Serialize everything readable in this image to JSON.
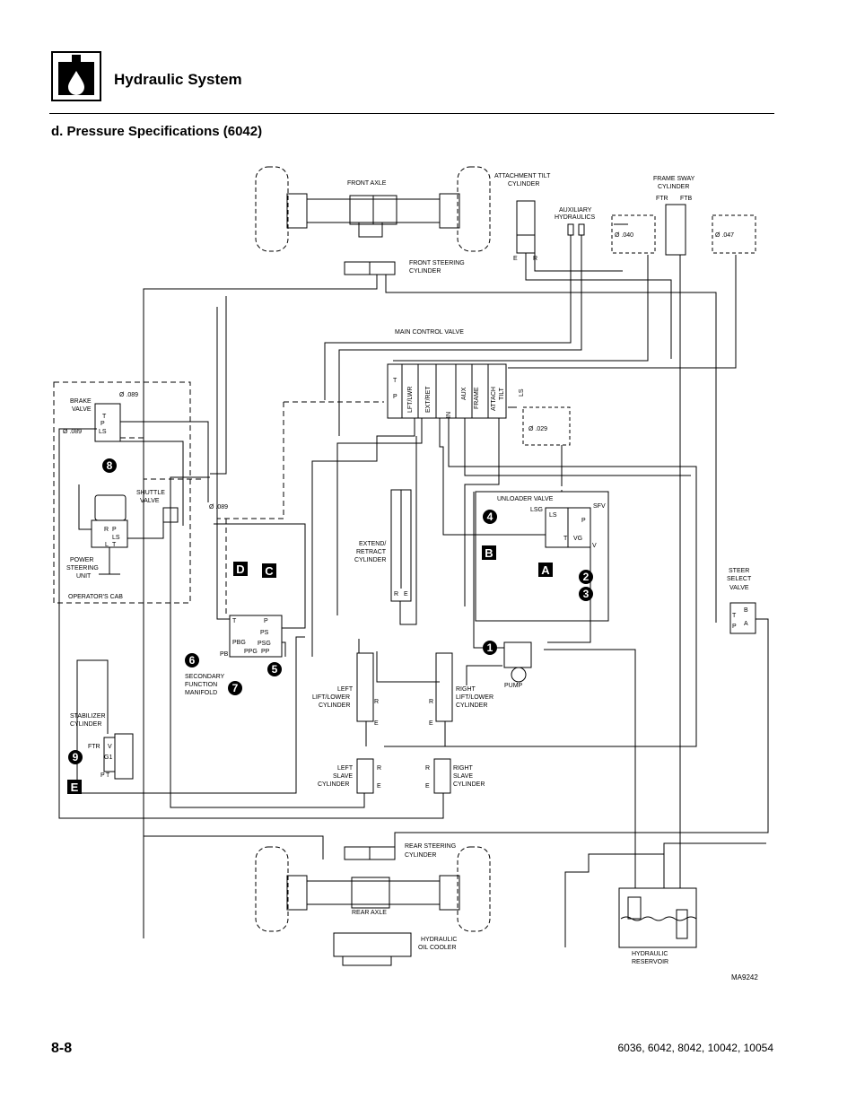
{
  "header": {
    "section_title": "Hydraulic System",
    "subsection_title": "d.   Pressure Specifications (6042)",
    "icon": "hydraulic-fluid-icon"
  },
  "footer": {
    "page_number": "8-8",
    "models": "6036, 6042, 8042, 10042, 10054"
  },
  "diagram": {
    "labels": {
      "front_axle": "FRONT  AXLE",
      "attachment_tilt_1": "ATTACHMENT TILT",
      "attachment_tilt_2": "CYLINDER",
      "auxiliary_1": "AUXILIARY",
      "auxiliary_2": "HYDRAULICS",
      "frame_sway_1": "FRAME SWAY",
      "frame_sway_2": "CYLINDER",
      "ftr": "FTR",
      "ftb": "FTB",
      "orifice_040": "Ø .040",
      "orifice_047": "Ø .047",
      "tilt_e": "E",
      "tilt_r": "R",
      "front_steer_1": "FRONT STEERING",
      "front_steer_2": "CYLINDER",
      "main_control_valve": "MAIN CONTROL VALVE",
      "mcv_t": "T",
      "mcv_p": "P",
      "mcv_lftlwr": "LFT/LWR",
      "mcv_extret": "EXT/RET",
      "mcv_aux": "AUX",
      "mcv_frame": "FRAME",
      "mcv_attach": "ATTACH",
      "mcv_tilt": "TILT",
      "mcv_ls": "LS",
      "mcv_in": "IN",
      "orifice_029": "Ø .029",
      "brake_valve_1": "BRAKE",
      "brake_valve_2": "VALVE",
      "orifice_089_a": "Ø .089",
      "orifice_089_b": "Ø .089",
      "orifice_089_c": "Ø .089",
      "bv_t": "T",
      "bv_p": "P",
      "bv_ls": "LS",
      "shuttle_1": "SHUTTLE",
      "shuttle_2": "VALVE",
      "psu_r": "R",
      "psu_p": "P",
      "psu_ls": "LS",
      "psu_l": "L",
      "psu_t": "T",
      "power_steer_1": "POWER",
      "power_steer_2": "STEERING",
      "power_steer_3": "UNIT",
      "operators_cab": "OPERATOR'S  CAB",
      "unloader_valve": "UNLOADER VALVE",
      "lsg": "LSG",
      "sfv": "SFV",
      "uv_ls": "LS",
      "uv_p": "P",
      "uv_t": "T",
      "uv_vg": "VG",
      "uv_v": "V",
      "extend_1": "EXTEND/",
      "extend_2": "RETRACT",
      "extend_3": "CYLINDER",
      "ext_r": "R",
      "ext_e": "E",
      "steer_select_1": "STEER",
      "steer_select_2": "SELECT",
      "steer_select_3": "VALVE",
      "ss_b": "B",
      "ss_t": "T",
      "ss_p": "P",
      "ss_a": "A",
      "sfm_t": "T",
      "sfm_p": "P",
      "sfm_ps": "PS",
      "sfm_pbg": "PBG",
      "sfm_psg": "PSG",
      "sfm_pb": "PB",
      "sfm_ppg": "PPG",
      "sfm_pp": "PP",
      "secondary_1": "SECONDARY",
      "secondary_2": "FUNCTION",
      "secondary_3": "MANIFOLD",
      "left_lift_1": "LEFT",
      "left_lift_2": "LIFT/LOWER",
      "left_lift_3": "CYLINDER",
      "right_lift_1": "RIGHT",
      "right_lift_2": "LIFT/LOWER",
      "right_lift_3": "CYLINDER",
      "lift_r_left": "R",
      "lift_e_left": "E",
      "lift_r_right": "R",
      "lift_e_right": "E",
      "pump": "PUMP",
      "stabilizer_1": "STABILIZER",
      "stabilizer_2": "CYLINDER",
      "stab_ftr": "FTR",
      "stab_v": "V",
      "stab_g1": "G1",
      "stab_p": "P",
      "stab_t": "T",
      "left_slave_1": "LEFT",
      "left_slave_2": "SLAVE",
      "left_slave_3": "CYLINDER",
      "right_slave_1": "RIGHT",
      "right_slave_2": "SLAVE",
      "right_slave_3": "CYLINDER",
      "slave_r_left": "R",
      "slave_e_left": "E",
      "slave_r_right": "R",
      "slave_e_right": "E",
      "rear_steer_1": "REAR STEERING",
      "rear_steer_2": "CYLINDER",
      "rear_axle": "REAR  AXLE",
      "cooler_1": "HYDRAULIC",
      "cooler_2": "OIL  COOLER",
      "reservoir_1": "HYDRAULIC",
      "reservoir_2": "RESERVOIR",
      "figure_id": "MA9242"
    },
    "callouts": {
      "c1": "1",
      "c2": "2",
      "c3": "3",
      "c4": "4",
      "c5": "5",
      "c6": "6",
      "c7": "7",
      "c8": "8",
      "c9": "9",
      "a": "A",
      "b": "B",
      "c": "C",
      "d": "D",
      "e": "E"
    }
  }
}
